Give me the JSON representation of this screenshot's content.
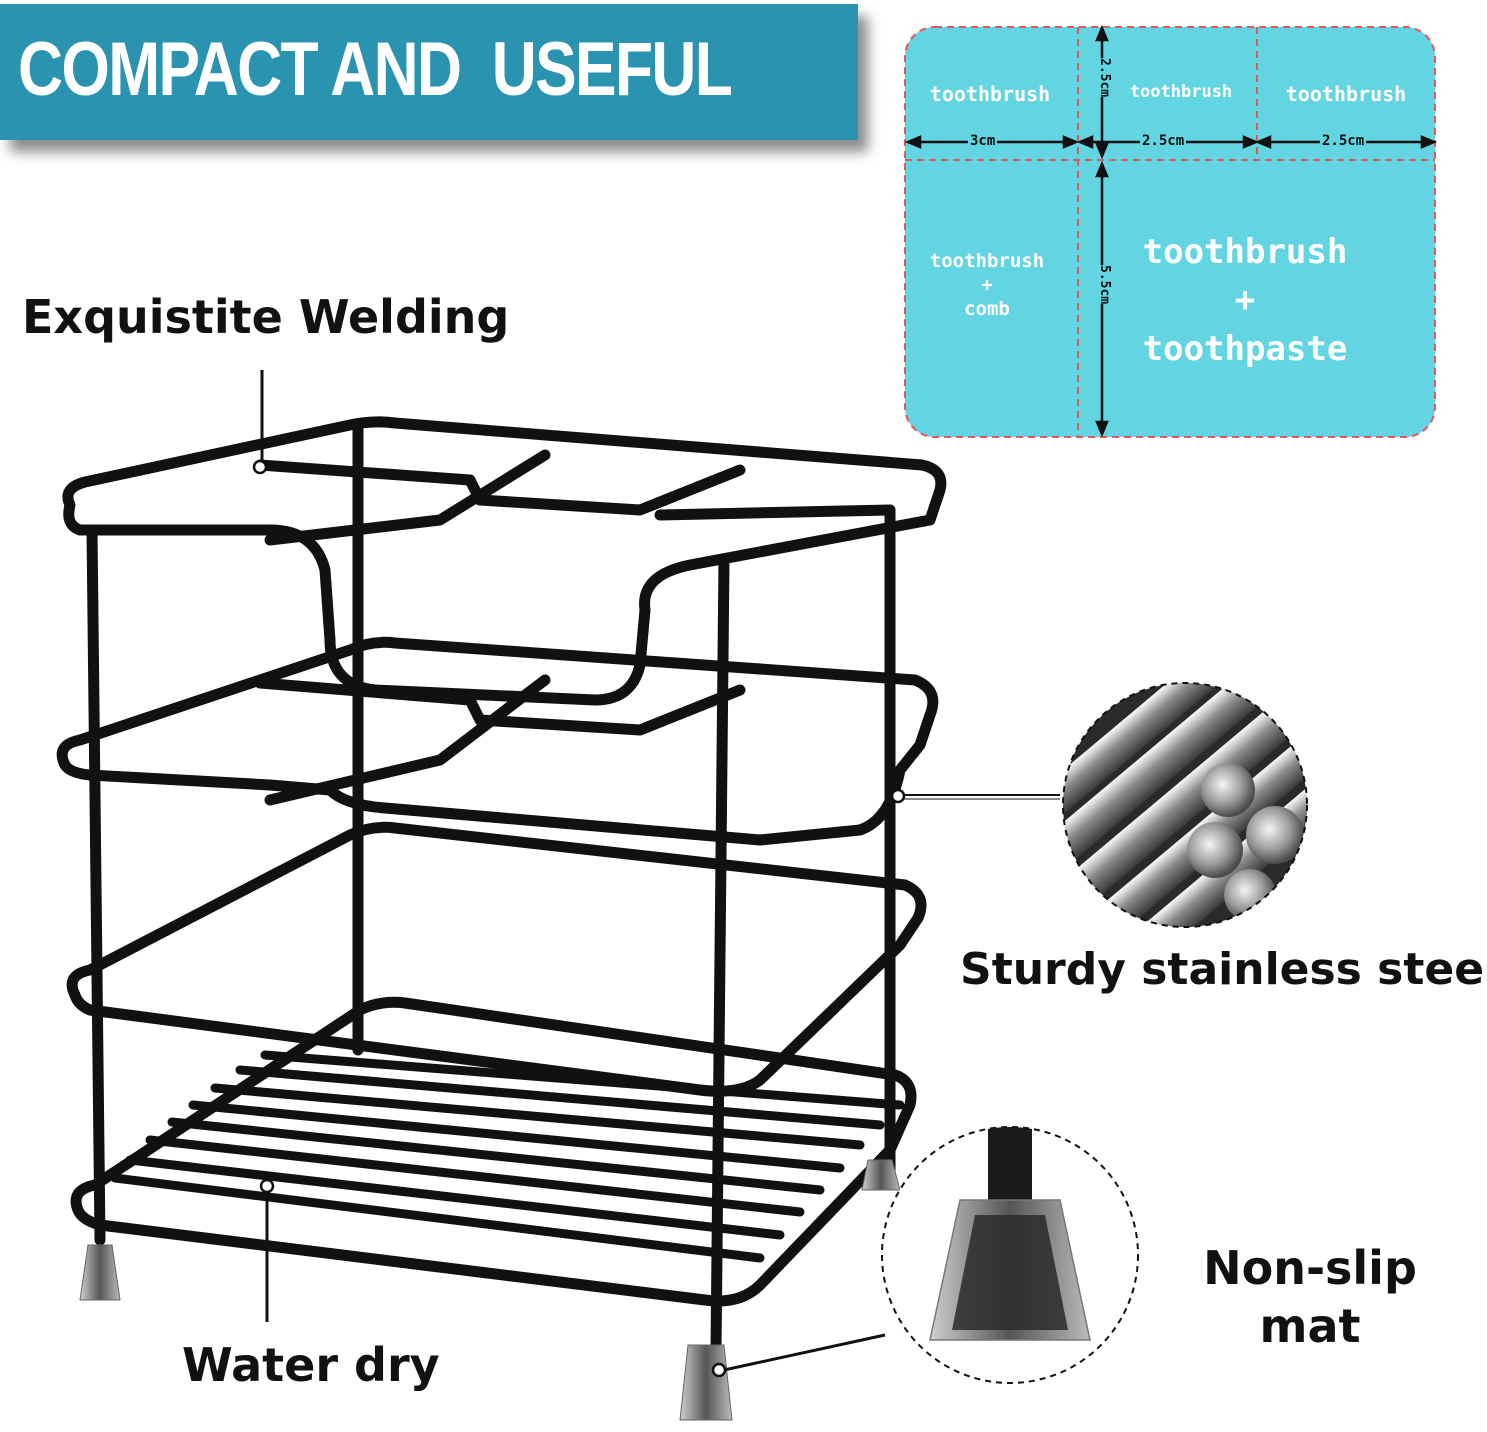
{
  "banner": {
    "title": "COMPACT AND  USEFUL"
  },
  "layout_box": {
    "cells": {
      "c1": "toothbrush",
      "c2": "toothbrush",
      "c3": "toothbrush",
      "c4": [
        "toothbrush",
        "+",
        "comb"
      ],
      "c5": [
        "toothbrush",
        "+",
        "toothpaste"
      ]
    },
    "dims": {
      "w1": "3cm",
      "w2": "2.5cm",
      "w3": "2.5cm",
      "h1": "2.5cm",
      "h2": "5.5cm"
    }
  },
  "callouts": {
    "welding": "Exquistite Welding",
    "steel": "Sturdy stainless steel",
    "mat_line1": "Non-slip",
    "mat_line2": "mat",
    "water": "Water dry"
  },
  "colors": {
    "banner": "#2a93b0",
    "panel": "#63d4e2",
    "dash": "#e05a5a",
    "frame": "#111111"
  }
}
